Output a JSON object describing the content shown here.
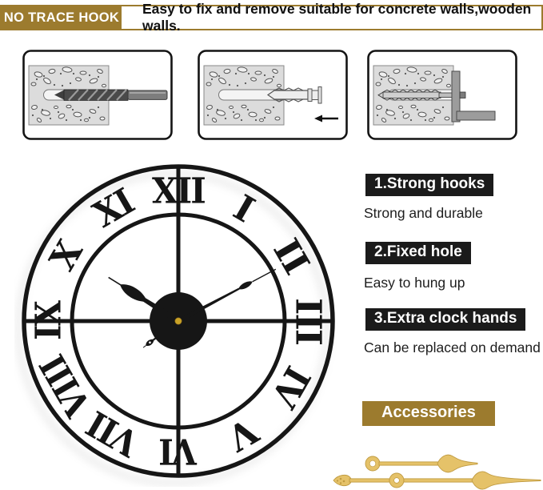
{
  "banner": {
    "badge": "NO TRACE HOOK",
    "text": "Easy to fix and remove suitable for concrete walls,wooden walls."
  },
  "installation_steps": [
    {
      "icon": "drill-hole-in-wall"
    },
    {
      "icon": "insert-wall-anchor"
    },
    {
      "icon": "screw-in-hook-bracket"
    }
  ],
  "clock": {
    "numerals": [
      "XII",
      "I",
      "II",
      "III",
      "IV",
      "V",
      "VI",
      "VII",
      "VIII",
      "IX",
      "X",
      "XI"
    ],
    "time": "10:10"
  },
  "features": [
    {
      "title": "1.Strong hooks",
      "desc": "Strong and durable"
    },
    {
      "title": "2.Fixed hole",
      "desc": "Easy to hung up"
    },
    {
      "title": "3.Extra clock hands",
      "desc": "Can be replaced on demand"
    }
  ],
  "accessories": {
    "label": "Accessories"
  },
  "colors": {
    "gold": "#9c7b2e",
    "feature_box": "#1b1b1b",
    "hand_gold": "#e5c269",
    "hand_gold_outline": "#c09b41",
    "clock_metal": "#161616",
    "pin_gold": "#c9a227"
  }
}
